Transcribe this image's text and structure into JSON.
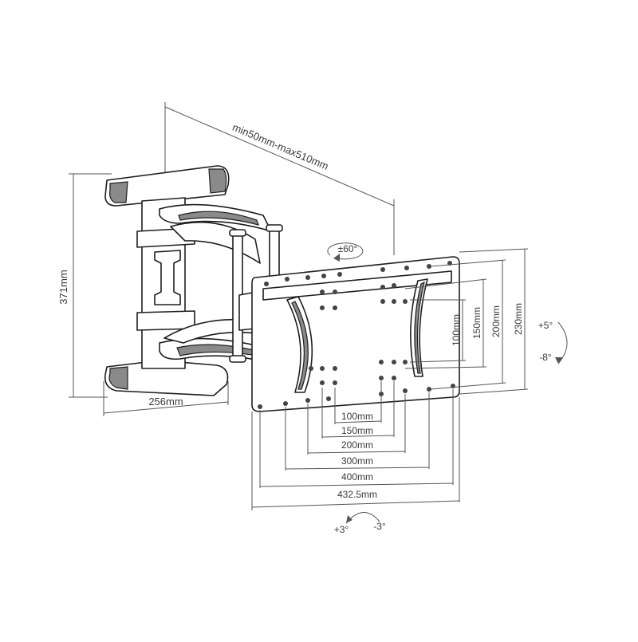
{
  "labels": {
    "depth": "min50mm-max510mm",
    "swivel": "±60°",
    "height": "371mm",
    "wall_width": "256mm",
    "vesa_h_100": "100mm",
    "vesa_h_150": "150mm",
    "vesa_h_200": "200mm",
    "vesa_h_230": "230mm",
    "vesa_w_100": "100mm",
    "vesa_w_150": "150mm",
    "vesa_w_200": "200mm",
    "vesa_w_300": "300mm",
    "vesa_w_400": "400mm",
    "vesa_w_432": "432.5mm",
    "tilt_up": "+5°",
    "tilt_down": "-8°",
    "roll_left": "+3°",
    "roll_right": "-3°"
  },
  "colors": {
    "line": "#1e1e1e",
    "dimension": "#555555",
    "text": "#3a3a3a",
    "shade": "#8a8a8a"
  }
}
